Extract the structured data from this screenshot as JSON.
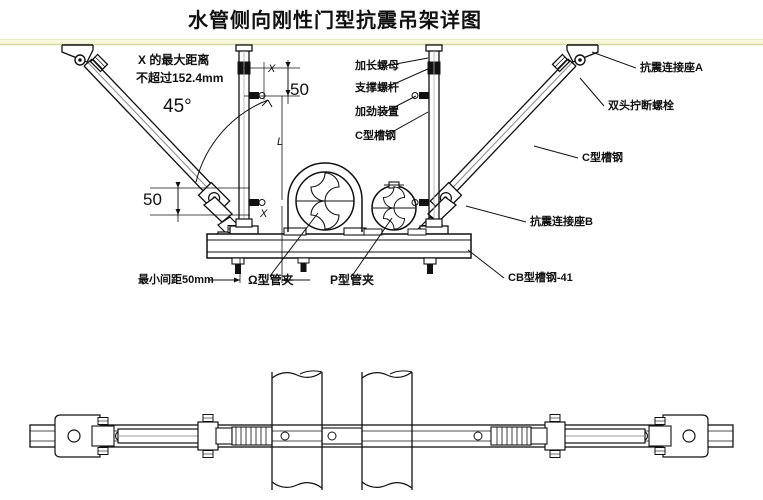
{
  "drawing": {
    "title": "水管侧向刚性门型抗震吊架详图",
    "background_color": "#ffffff",
    "line_color": "#111111",
    "ceiling_color": "#f7f7d8"
  },
  "elevation_view": {
    "notes": {
      "max_distance_line1": "X 的最大距离",
      "max_distance_line2": "不超过152.4mm",
      "angle": "45°",
      "min_spacing": "最小间距50mm"
    },
    "dimensions": {
      "top_offset": "50",
      "left_offset": "50",
      "x_top": "X",
      "x_bottom": "X",
      "length": "L"
    },
    "callouts_center": [
      "加长螺母",
      "支撑螺杆",
      "加劲装置",
      "C型槽钢"
    ],
    "callouts_right": [
      "抗震连接座A",
      "双头拧断螺栓",
      "C型槽钢",
      "抗震连接座B",
      "CB型槽钢-41"
    ],
    "callouts_bottom": [
      "Ω型管夹",
      "P型管夹"
    ]
  },
  "plan_view": {
    "label": ""
  }
}
